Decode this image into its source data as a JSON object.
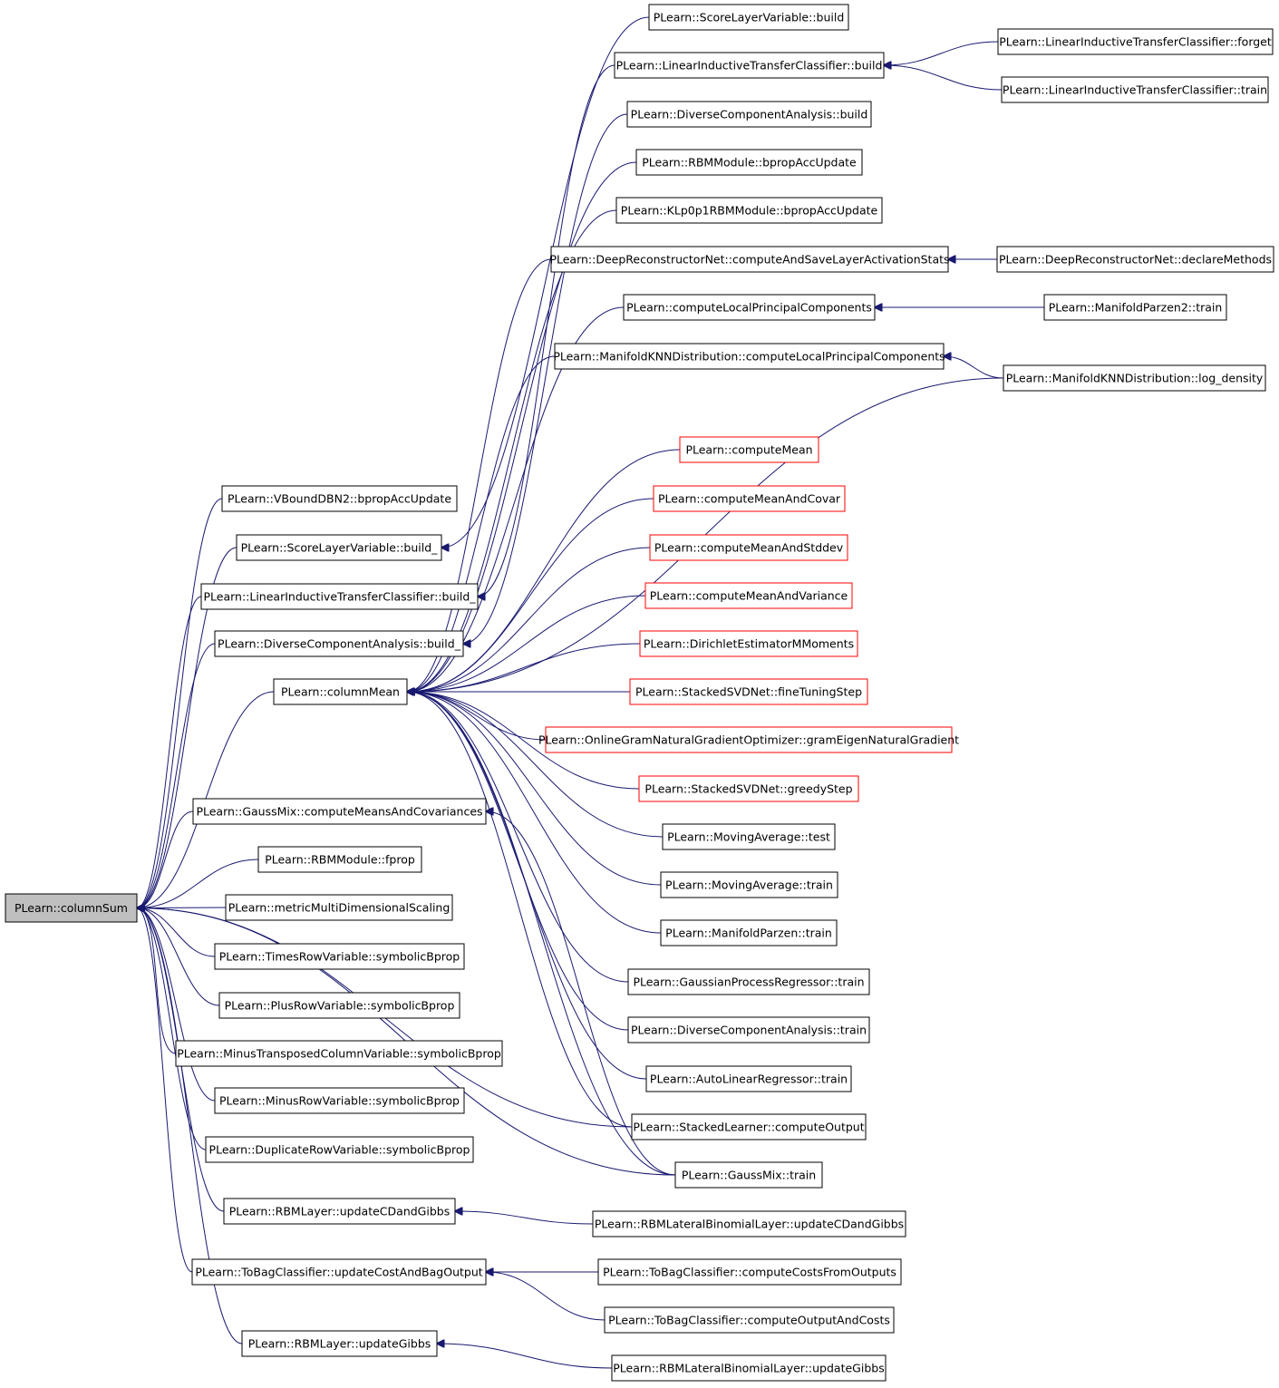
{
  "colors": {
    "edge": "#191970",
    "root_fill": "#bfbfbf",
    "node_border": "#000000",
    "undocumented_border": "#ff0000",
    "node_fill": "#ffffff",
    "text": "#000000"
  },
  "graph": {
    "nodes": {
      "n_root": {
        "label": "PLearn::columnSum",
        "kind": "root"
      },
      "n_vbound": {
        "label": "PLearn::VBoundDBN2::bpropAccUpdate",
        "kind": "normal"
      },
      "n_slv_b_": {
        "label": "PLearn::ScoreLayerVariable::build_",
        "kind": "normal"
      },
      "n_litc_b_": {
        "label": "PLearn::LinearInductiveTransferClassifier::build_",
        "kind": "normal"
      },
      "n_dca_b_": {
        "label": "PLearn::DiverseComponentAnalysis::build_",
        "kind": "normal"
      },
      "n_colmean": {
        "label": "PLearn::columnMean",
        "kind": "normal"
      },
      "n_gm_cmc": {
        "label": "PLearn::GaussMix::computeMeansAndCovariances",
        "kind": "normal"
      },
      "n_rbm_fprop": {
        "label": "PLearn::RBMModule::fprop",
        "kind": "normal"
      },
      "n_mmds": {
        "label": "PLearn::metricMultiDimensionalScaling",
        "kind": "normal"
      },
      "n_times": {
        "label": "PLearn::TimesRowVariable::symbolicBprop",
        "kind": "normal"
      },
      "n_plus": {
        "label": "PLearn::PlusRowVariable::symbolicBprop",
        "kind": "normal"
      },
      "n_mtcv": {
        "label": "PLearn::MinusTransposedColumnVariable::symbolicBprop",
        "kind": "normal"
      },
      "n_minus": {
        "label": "PLearn::MinusRowVariable::symbolicBprop",
        "kind": "normal"
      },
      "n_dup": {
        "label": "PLearn::DuplicateRowVariable::symbolicBprop",
        "kind": "normal"
      },
      "n_rbml_cd": {
        "label": "PLearn::RBMLayer::updateCDandGibbs",
        "kind": "normal"
      },
      "n_tbc_ucbo": {
        "label": "PLearn::ToBagClassifier::updateCostAndBagOutput",
        "kind": "normal"
      },
      "n_rbml_g": {
        "label": "PLearn::RBMLayer::updateGibbs",
        "kind": "normal"
      },
      "n_slv_b": {
        "label": "PLearn::ScoreLayerVariable::build",
        "kind": "normal"
      },
      "n_litc_b": {
        "label": "PLearn::LinearInductiveTransferClassifier::build",
        "kind": "normal"
      },
      "n_dca_b": {
        "label": "PLearn::DiverseComponentAnalysis::build",
        "kind": "normal"
      },
      "n_rbmm_bau": {
        "label": "PLearn::RBMModule::bpropAccUpdate",
        "kind": "normal"
      },
      "n_klp": {
        "label": "PLearn::KLp0p1RBMModule::bpropAccUpdate",
        "kind": "normal"
      },
      "n_drn_c": {
        "label": "PLearn::DeepReconstructorNet::computeAndSaveLayerActivationStats",
        "kind": "normal"
      },
      "n_clpc": {
        "label": "PLearn::computeLocalPrincipalComponents",
        "kind": "normal"
      },
      "n_mknn_c": {
        "label": "PLearn::ManifoldKNNDistribution::computeLocalPrincipalComponents",
        "kind": "normal"
      },
      "n_cm": {
        "label": "PLearn::computeMean",
        "kind": "red"
      },
      "n_cmac": {
        "label": "PLearn::computeMeanAndCovar",
        "kind": "red"
      },
      "n_cmas": {
        "label": "PLearn::computeMeanAndStddev",
        "kind": "red"
      },
      "n_cmav": {
        "label": "PLearn::computeMeanAndVariance",
        "kind": "red"
      },
      "n_demm": {
        "label": "PLearn::DirichletEstimatorMMoments",
        "kind": "red"
      },
      "n_ssvd_ft": {
        "label": "PLearn::StackedSVDNet::fineTuningStep",
        "kind": "red"
      },
      "n_ogng": {
        "label": "PLearn::OnlineGramNaturalGradientOptimizer::gramEigenNaturalGradient",
        "kind": "red"
      },
      "n_ssvd_gs": {
        "label": "PLearn::StackedSVDNet::greedyStep",
        "kind": "red"
      },
      "n_ma_test": {
        "label": "PLearn::MovingAverage::test",
        "kind": "normal"
      },
      "n_ma_train": {
        "label": "PLearn::MovingAverage::train",
        "kind": "normal"
      },
      "n_mp_train": {
        "label": "PLearn::ManifoldParzen::train",
        "kind": "normal"
      },
      "n_gpr_train": {
        "label": "PLearn::GaussianProcessRegressor::train",
        "kind": "normal"
      },
      "n_dca_train": {
        "label": "PLearn::DiverseComponentAnalysis::train",
        "kind": "normal"
      },
      "n_alr_train": {
        "label": "PLearn::AutoLinearRegressor::train",
        "kind": "normal"
      },
      "n_sl_co": {
        "label": "PLearn::StackedLearner::computeOutput",
        "kind": "normal"
      },
      "n_gm_train": {
        "label": "PLearn::GaussMix::train",
        "kind": "normal"
      },
      "n_rblbl_cd": {
        "label": "PLearn::RBMLateralBinomialLayer::updateCDandGibbs",
        "kind": "normal"
      },
      "n_tbc_ccfo": {
        "label": "PLearn::ToBagClassifier::computeCostsFromOutputs",
        "kind": "normal"
      },
      "n_tbc_coac": {
        "label": "PLearn::ToBagClassifier::computeOutputAndCosts",
        "kind": "normal"
      },
      "n_rblbl_g": {
        "label": "PLearn::RBMLateralBinomialLayer::updateGibbs",
        "kind": "normal"
      },
      "n_litc_forget": {
        "label": "PLearn::LinearInductiveTransferClassifier::forget",
        "kind": "normal"
      },
      "n_litc_train": {
        "label": "PLearn::LinearInductiveTransferClassifier::train",
        "kind": "normal"
      },
      "n_drn_dm": {
        "label": "PLearn::DeepReconstructorNet::declareMethods",
        "kind": "normal"
      },
      "n_mp2_train": {
        "label": "PLearn::ManifoldParzen2::train",
        "kind": "normal"
      },
      "n_mknn_ld": {
        "label": "PLearn::ManifoldKNNDistribution::log_density",
        "kind": "normal"
      }
    },
    "edges": [
      [
        "n_vbound",
        "n_root"
      ],
      [
        "n_slv_b_",
        "n_root"
      ],
      [
        "n_litc_b_",
        "n_root"
      ],
      [
        "n_dca_b_",
        "n_root"
      ],
      [
        "n_colmean",
        "n_root"
      ],
      [
        "n_gm_cmc",
        "n_root"
      ],
      [
        "n_rbm_fprop",
        "n_root"
      ],
      [
        "n_mmds",
        "n_root"
      ],
      [
        "n_times",
        "n_root"
      ],
      [
        "n_plus",
        "n_root"
      ],
      [
        "n_mtcv",
        "n_root"
      ],
      [
        "n_minus",
        "n_root"
      ],
      [
        "n_dup",
        "n_root"
      ],
      [
        "n_rbml_cd",
        "n_root"
      ],
      [
        "n_tbc_ucbo",
        "n_root"
      ],
      [
        "n_rbml_g",
        "n_root"
      ],
      [
        "n_slv_b",
        "n_slv_b_"
      ],
      [
        "n_litc_b",
        "n_litc_b_"
      ],
      [
        "n_dca_b",
        "n_dca_b_"
      ],
      [
        "n_rbmm_bau",
        "n_colmean"
      ],
      [
        "n_klp",
        "n_colmean"
      ],
      [
        "n_drn_c",
        "n_colmean"
      ],
      [
        "n_clpc",
        "n_colmean"
      ],
      [
        "n_mknn_c",
        "n_colmean"
      ],
      [
        "n_mknn_ld",
        "n_colmean"
      ],
      [
        "n_cm",
        "n_colmean"
      ],
      [
        "n_cmac",
        "n_colmean"
      ],
      [
        "n_cmas",
        "n_colmean"
      ],
      [
        "n_cmav",
        "n_colmean"
      ],
      [
        "n_demm",
        "n_colmean"
      ],
      [
        "n_ssvd_ft",
        "n_colmean"
      ],
      [
        "n_ogng",
        "n_colmean"
      ],
      [
        "n_ssvd_gs",
        "n_colmean"
      ],
      [
        "n_ma_test",
        "n_colmean"
      ],
      [
        "n_ma_train",
        "n_colmean"
      ],
      [
        "n_mp_train",
        "n_colmean"
      ],
      [
        "n_gpr_train",
        "n_colmean"
      ],
      [
        "n_dca_train",
        "n_colmean"
      ],
      [
        "n_alr_train",
        "n_colmean"
      ],
      [
        "n_sl_co",
        "n_colmean"
      ],
      [
        "n_gm_train",
        "n_colmean"
      ],
      [
        "n_gm_train",
        "n_root"
      ],
      [
        "n_sl_co",
        "n_root"
      ],
      [
        "n_gm_train",
        "n_gm_cmc"
      ],
      [
        "n_litc_forget",
        "n_litc_b"
      ],
      [
        "n_litc_train",
        "n_litc_b"
      ],
      [
        "n_drn_dm",
        "n_drn_c"
      ],
      [
        "n_mp2_train",
        "n_clpc"
      ],
      [
        "n_mknn_ld",
        "n_mknn_c"
      ],
      [
        "n_rblbl_cd",
        "n_rbml_cd"
      ],
      [
        "n_tbc_ccfo",
        "n_tbc_ucbo"
      ],
      [
        "n_tbc_coac",
        "n_tbc_ucbo"
      ],
      [
        "n_rblbl_g",
        "n_rbml_g"
      ]
    ]
  }
}
